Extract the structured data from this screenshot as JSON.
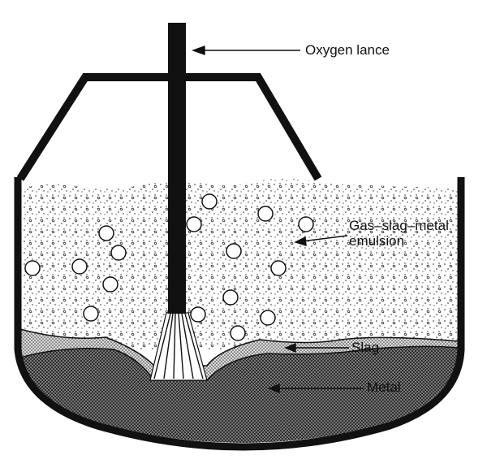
{
  "labels": {
    "oxygen_lance": "Oxygen lance",
    "emulsion_line1": "Gas–slag–metal",
    "emulsion_line2": "emulsion",
    "slag": "Slag",
    "metal": "Metal"
  },
  "colors": {
    "ink": "#111111",
    "background": "#ffffff",
    "slag_fill": "#cfcfcf",
    "metal_fill": "#6a6a6a"
  }
}
